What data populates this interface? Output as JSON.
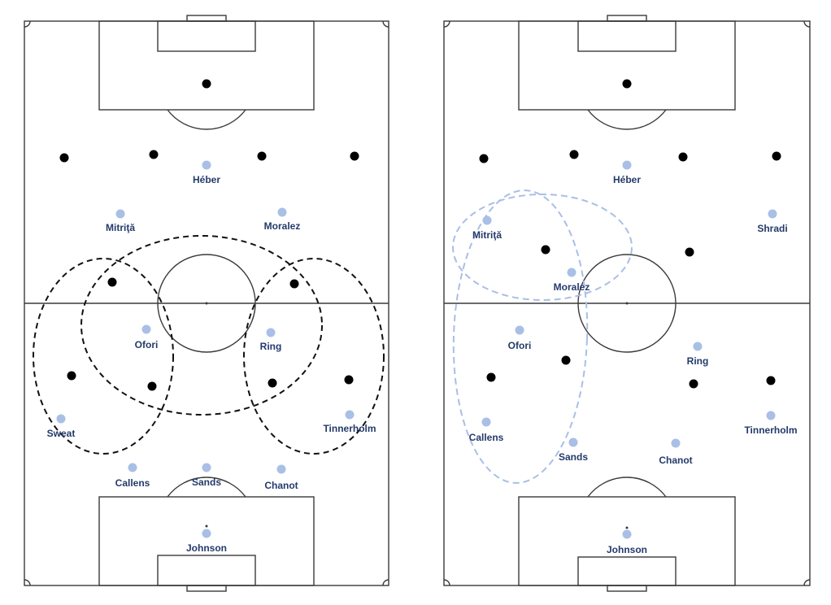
{
  "colors": {
    "home_player": "#a9bfe6",
    "label": "#243a6b",
    "opponent": "#000000",
    "press_zone_black": "#111111",
    "press_zone_blue": "#a9bfe6"
  },
  "pitches": [
    {
      "players": [
        {
          "name": "Héber"
        },
        {
          "name": "Mitriţă"
        },
        {
          "name": "Moralez"
        },
        {
          "name": "Ofori"
        },
        {
          "name": "Ring"
        },
        {
          "name": "Sweat"
        },
        {
          "name": "Tinnerholm"
        },
        {
          "name": "Callens"
        },
        {
          "name": "Sands"
        },
        {
          "name": "Chanot"
        },
        {
          "name": "Johnson"
        }
      ]
    },
    {
      "players": [
        {
          "name": "Héber"
        },
        {
          "name": "Mitriţă"
        },
        {
          "name": "Shradi"
        },
        {
          "name": "Moralez"
        },
        {
          "name": "Ofori"
        },
        {
          "name": "Ring"
        },
        {
          "name": "Callens"
        },
        {
          "name": "Tinnerholm"
        },
        {
          "name": "Sands"
        },
        {
          "name": "Chanot"
        },
        {
          "name": "Johnson"
        }
      ]
    }
  ]
}
